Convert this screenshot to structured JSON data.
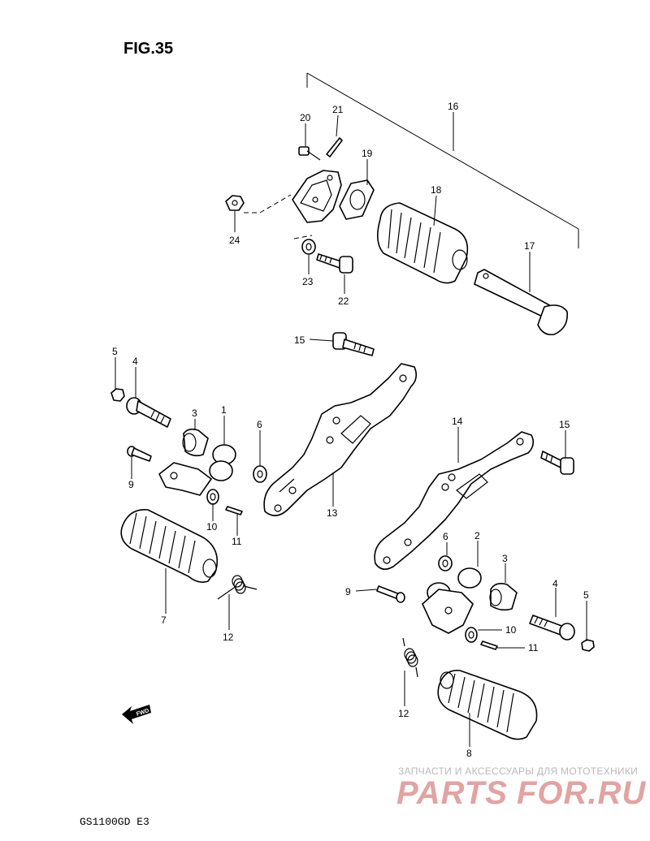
{
  "figure": {
    "title": "FIG.35",
    "model": "GS1100GD  E3"
  },
  "fwd_badge": "FWD",
  "watermark": {
    "subtitle": "ЗАПЧАСТИ И АКСЕССУАРЫ ДЛЯ МОТОТЕХНИКИ",
    "brand_left": "PARTS",
    "brand_right": "FOR.RU",
    "color": "#e2a3a3"
  },
  "callouts": {
    "c1": "1",
    "c2": "2",
    "c3a": "3",
    "c3b": "3",
    "c4a": "4",
    "c4b": "4",
    "c5a": "5",
    "c5b": "5",
    "c6a": "6",
    "c6b": "6",
    "c7": "7",
    "c8": "8",
    "c9a": "9",
    "c9b": "9",
    "c10a": "10",
    "c10b": "10",
    "c11a": "11",
    "c11b": "11",
    "c12a": "12",
    "c12b": "12",
    "c13": "13",
    "c14": "14",
    "c15a": "15",
    "c15b": "15",
    "c16": "16",
    "c17": "17",
    "c18": "18",
    "c19": "19",
    "c20": "20",
    "c21": "21",
    "c22": "22",
    "c23": "23",
    "c24": "24"
  }
}
